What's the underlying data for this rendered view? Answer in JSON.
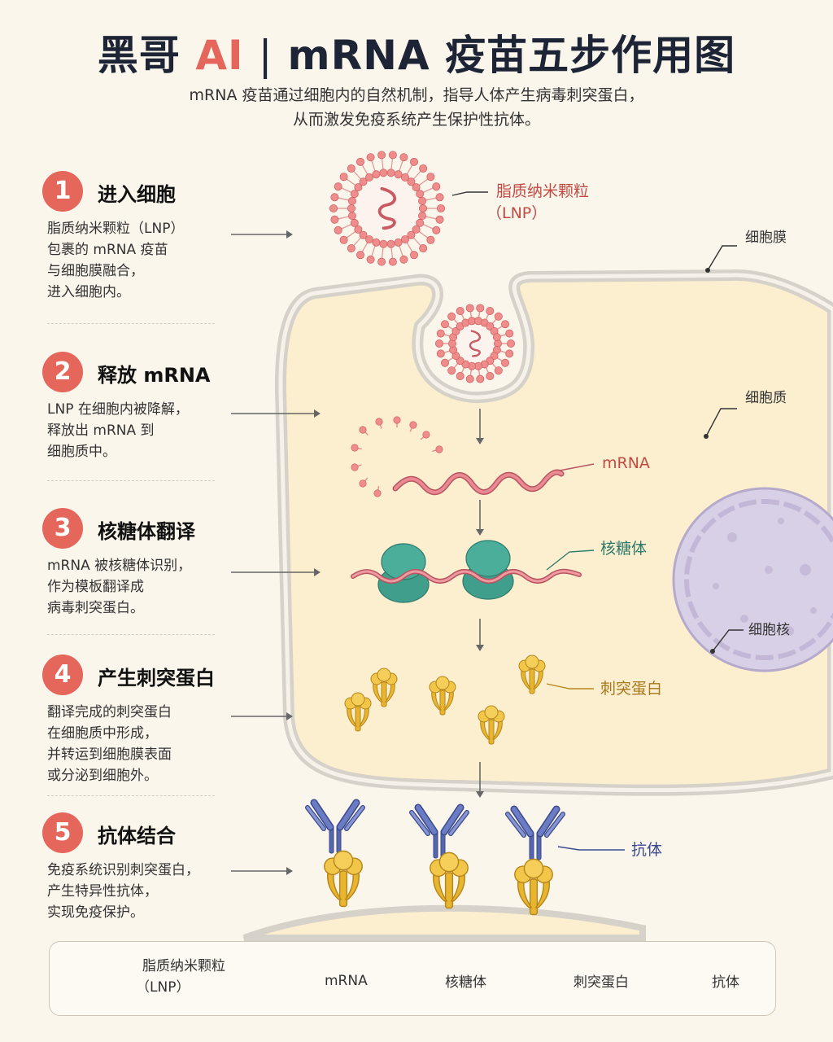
{
  "header": {
    "brand": "黑哥",
    "ai": "AI",
    "separator": "|",
    "title": "mRNA 疫苗五步作用图",
    "subtitle_lines": [
      "mRNA 疫苗通过细胞内的自然机制，指导人体产生病毒刺突蛋白，",
      "从而激发免疫系统产生保护性抗体。"
    ]
  },
  "steps": [
    {
      "num": "1",
      "title": "进入细胞",
      "desc": [
        "脂质纳米颗粒（LNP）",
        "包裹的 mRNA 疫苗",
        "与细胞膜融合，",
        "进入细胞内。"
      ]
    },
    {
      "num": "2",
      "title": "释放 mRNA",
      "desc": [
        "LNP 在细胞内被降解，",
        "释放出 mRNA 到",
        "细胞质中。"
      ]
    },
    {
      "num": "3",
      "title": "核糖体翻译",
      "desc": [
        "mRNA 被核糖体识别，",
        "作为模板翻译成",
        "病毒刺突蛋白。"
      ]
    },
    {
      "num": "4",
      "title": "产生刺突蛋白",
      "desc": [
        "翻译完成的刺突蛋白",
        "在细胞质中形成，",
        "并转运到细胞膜表面",
        "或分泌到细胞外。"
      ]
    },
    {
      "num": "5",
      "title": "抗体结合",
      "desc": [
        "免疫系统识别刺突蛋白，",
        "产生特异性抗体，",
        "实现免疫保护。"
      ]
    }
  ],
  "labels": {
    "lnp_line1": "脂质纳米颗粒",
    "lnp_line2": "（LNP）",
    "membrane": "细胞膜",
    "cytoplasm": "细胞质",
    "mrna": "mRNA",
    "ribosome": "核糖体",
    "nucleus": "细胞核",
    "spike": "刺突蛋白",
    "antibody": "抗体"
  },
  "legend": {
    "lnp_line1": "脂质纳米颗粒",
    "lnp_line2": "（LNP）",
    "mrna": "mRNA",
    "ribosome": "核糖体",
    "spike": "刺突蛋白",
    "antibody": "抗体"
  },
  "colors": {
    "accent": "#e5665a",
    "mrna": "#e0707a",
    "ribosome": "#3f9e8c",
    "spike": "#e8b52e",
    "antibody": "#5667b0",
    "cell_fill": "#fbefd0",
    "nucleus": "#d8d0e6"
  }
}
